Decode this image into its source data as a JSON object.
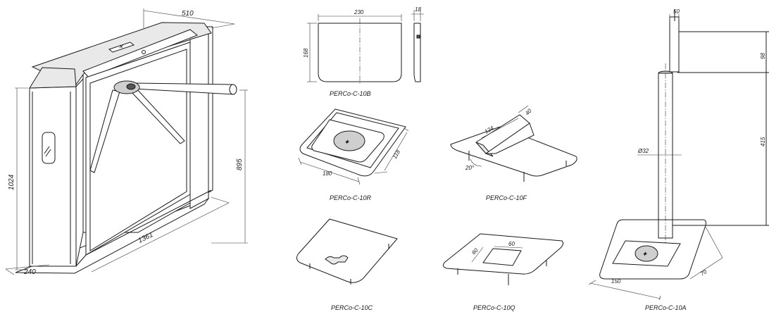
{
  "turnstile": {
    "dim_top_width": "510",
    "dim_height_total": "1024",
    "dim_height_arm": "895",
    "dim_length": "1361",
    "dim_depth": "240"
  },
  "items": [
    {
      "caption": "PERCo-C-10B",
      "dims": [
        "230",
        "18",
        "168"
      ]
    },
    {
      "caption": "PERCo-C-10R",
      "dims": [
        "180",
        "118"
      ]
    },
    {
      "caption": "PERCo-C-10F",
      "dims": [
        "124",
        "40",
        "20°"
      ]
    },
    {
      "caption": "PERCo-C-10C",
      "dims": []
    },
    {
      "caption": "PERCo-C-10Q",
      "dims": [
        "60",
        "60"
      ]
    },
    {
      "caption": "PERCo-C-10A",
      "dims": [
        "50",
        "98",
        "415",
        "Ø32",
        "150",
        "70"
      ]
    }
  ]
}
